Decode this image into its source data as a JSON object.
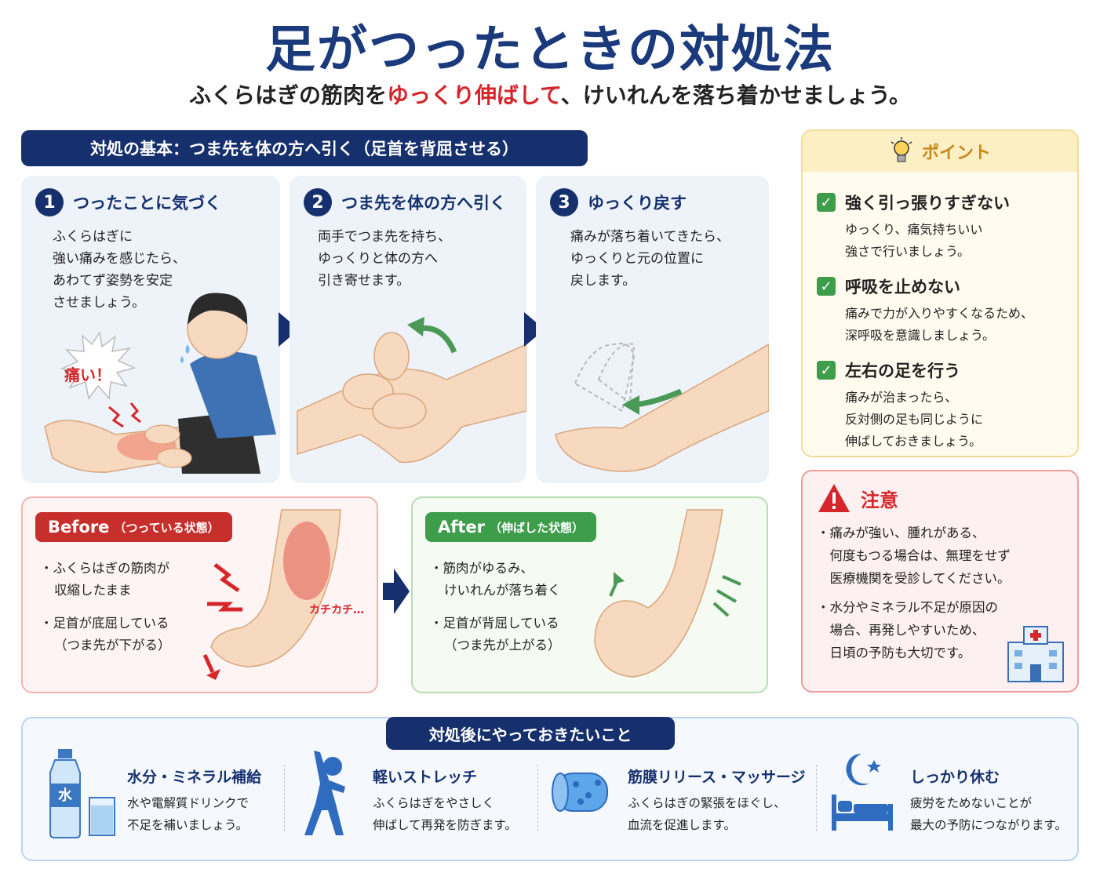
{
  "title": "足がつったときの対処法",
  "subtitle": {
    "before": "ふくらはぎの筋肉を",
    "highlight": "ゆっくり伸ばして",
    "after": "、けいれんを落ち着かせましょう。"
  },
  "basic_header": "対処の基本：つま先を体の方へ引く（足首を背屈させる）",
  "steps": [
    {
      "number": "1",
      "title": "つったことに気づく",
      "lines": [
        "ふくらはぎに",
        "強い痛みを感じたら、",
        "あわてず姿勢を安定",
        "させましょう。"
      ],
      "bubble": "痛い！"
    },
    {
      "number": "2",
      "title": "つま先を体の方へ引く",
      "lines": [
        "両手でつま先を持ち、",
        "ゆっくりと体の方へ",
        "引き寄せます。"
      ]
    },
    {
      "number": "3",
      "title": "ゆっくり戻す",
      "lines": [
        "痛みが落ち着いてきたら、",
        "ゆっくりと元の位置に",
        "戻します。"
      ]
    }
  ],
  "point": {
    "label": "ポイント",
    "items": [
      {
        "title": "強く引っ張りすぎない",
        "lines": [
          "ゆっくり、痛気持ちいい",
          "強さで行いましょう。"
        ]
      },
      {
        "title": "呼吸を止めない",
        "lines": [
          "痛みで力が入りやすくなるため、",
          "深呼吸を意識しましょう。"
        ]
      },
      {
        "title": "左右の足を行う",
        "lines": [
          "痛みが治まったら、",
          "反対側の足も同じように",
          "伸ばしておきましょう。"
        ]
      }
    ]
  },
  "caution": {
    "label": "注意",
    "items": [
      [
        "・痛みが強い、腫れがある、",
        "　何度もつる場合は、無理をせず",
        "　医療機関を受診してください。"
      ],
      [
        "・水分やミネラル不足が原因の",
        "　場合、再発しやすいため、",
        "　日頃の予防も大切です。"
      ]
    ]
  },
  "before": {
    "label": "Before",
    "sub": "（つっている状態）",
    "items": [
      {
        "first": "・ふくらはぎの筋肉が",
        "rest": "収縮したまま"
      },
      {
        "first": "・足首が底屈している",
        "rest": "（つま先が下がる）"
      }
    ],
    "annotation": "カチカチ…"
  },
  "after": {
    "label": "After",
    "sub": "（伸ばした状態）",
    "items": [
      {
        "first": "・筋肉がゆるみ、",
        "rest": "けいれんが落ち着く"
      },
      {
        "first": "・足首が背屈している",
        "rest": "（つま先が上がる）"
      }
    ]
  },
  "aftercare": {
    "header": "対処後にやっておきたいこと",
    "items": [
      {
        "title": "水分・ミネラル補給",
        "lines": [
          "水や電解質ドリンクで",
          "不足を補いましょう。"
        ],
        "icon_label": "水"
      },
      {
        "title": "軽いストレッチ",
        "lines": [
          "ふくらはぎをやさしく",
          "伸ばして再発を防ぎます。"
        ]
      },
      {
        "title": "筋膜リリース・マッサージ",
        "lines": [
          "ふくらはぎの緊張をほぐし、",
          "血流を促進します。"
        ]
      },
      {
        "title": "しっかり休む",
        "lines": [
          "疲労をためないことが",
          "最大の予防につながります。"
        ]
      }
    ]
  },
  "colors": {
    "navy": "#16306e",
    "red": "#d6262b",
    "green": "#3d9d4b",
    "gold": "#c8891a"
  }
}
